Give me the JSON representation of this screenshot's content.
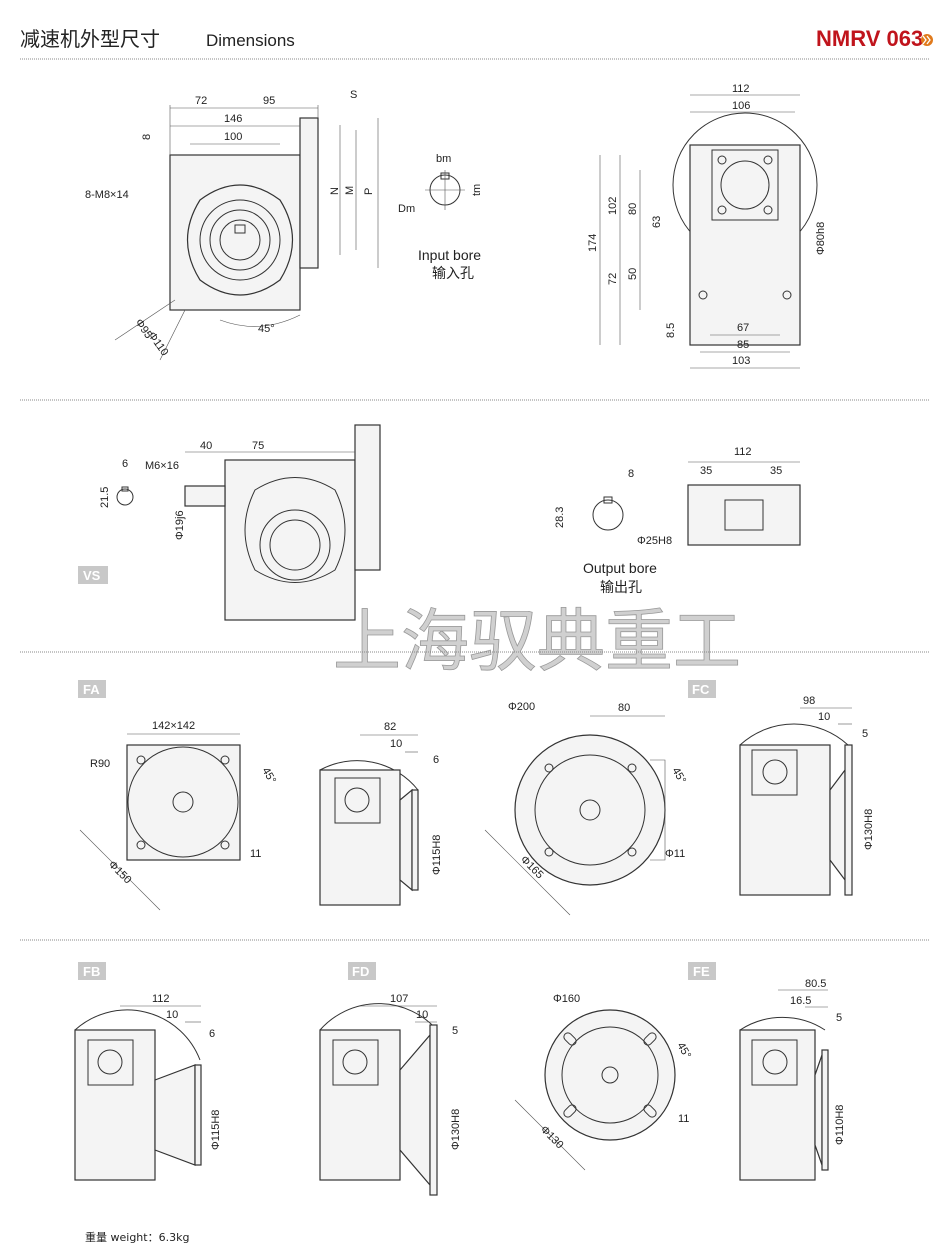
{
  "header": {
    "title_cn": "减速机外型尺寸",
    "title_en": "Dimensions",
    "model": "NMRV 063",
    "model_color": "#c0141c",
    "arrow_icon": "double-chevron-right-icon"
  },
  "s1": {
    "left": [
      "72",
      "95",
      "146",
      "100",
      "8",
      "8-M8×14",
      "S",
      "N",
      "M",
      "P",
      "Φ95",
      "Φ110",
      "45°"
    ],
    "bore": [
      "bm",
      "tm",
      "Dm",
      "Input bore",
      "输入孔"
    ],
    "right": [
      "112",
      "106",
      "174",
      "102",
      "72",
      "80",
      "50",
      "63",
      "Φ80h8",
      "8.5",
      "67",
      "85",
      "103"
    ]
  },
  "s2": {
    "badge": "VS",
    "shaft": [
      "6",
      "21.5",
      "M6×16",
      "40",
      "75",
      "Φ19j6"
    ],
    "bore": [
      "8",
      "28.3",
      "Φ25H8",
      "Output bore",
      "输出孔"
    ],
    "hollow": [
      "112",
      "35",
      "35"
    ]
  },
  "watermark": "上海驭典重工",
  "s3": {
    "badge_fa": "FA",
    "badge_fc": "FC",
    "fa_flange": [
      "142×142",
      "R90",
      "45°",
      "11",
      "Φ150"
    ],
    "fa_side": [
      "82",
      "10",
      "6",
      "Φ115H8"
    ],
    "round": [
      "Φ200",
      "80",
      "45°",
      "Φ11",
      "Φ165"
    ],
    "fc_side": [
      "98",
      "10",
      "5",
      "Φ130H8"
    ]
  },
  "s4": {
    "badge_fb": "FB",
    "badge_fd": "FD",
    "badge_fe": "FE",
    "fb": [
      "112",
      "10",
      "6",
      "Φ115H8"
    ],
    "fd": [
      "107",
      "10",
      "5",
      "Φ130H8"
    ],
    "round": [
      "Φ160",
      "45°",
      "11",
      "Φ130"
    ],
    "fe": [
      "80.5",
      "16.5",
      "5",
      "Φ110H8"
    ]
  },
  "footer": {
    "weight": "重量 weight：6.3kg"
  }
}
